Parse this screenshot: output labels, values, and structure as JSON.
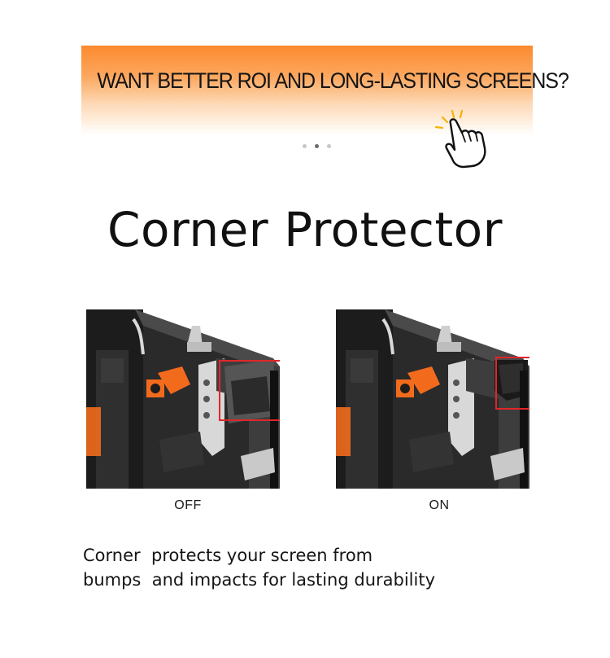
{
  "banner": {
    "text": "WANT BETTER ROI AND LONG-LASTING SCREENS?",
    "gradient_top": "#fb8a2e",
    "gradient_bottom": "#ffffff",
    "icon": "pointing-hand-icon"
  },
  "carousel": {
    "dot_count": 3,
    "active_index": 1
  },
  "heading": {
    "title": "Corner Protector"
  },
  "comparison": {
    "off_label": "OFF",
    "on_label": "ON",
    "highlight_color": "#e0262b"
  },
  "description": {
    "line1": "Corner  protects your screen from",
    "line2": "bumps  and impacts for lasting durability"
  }
}
